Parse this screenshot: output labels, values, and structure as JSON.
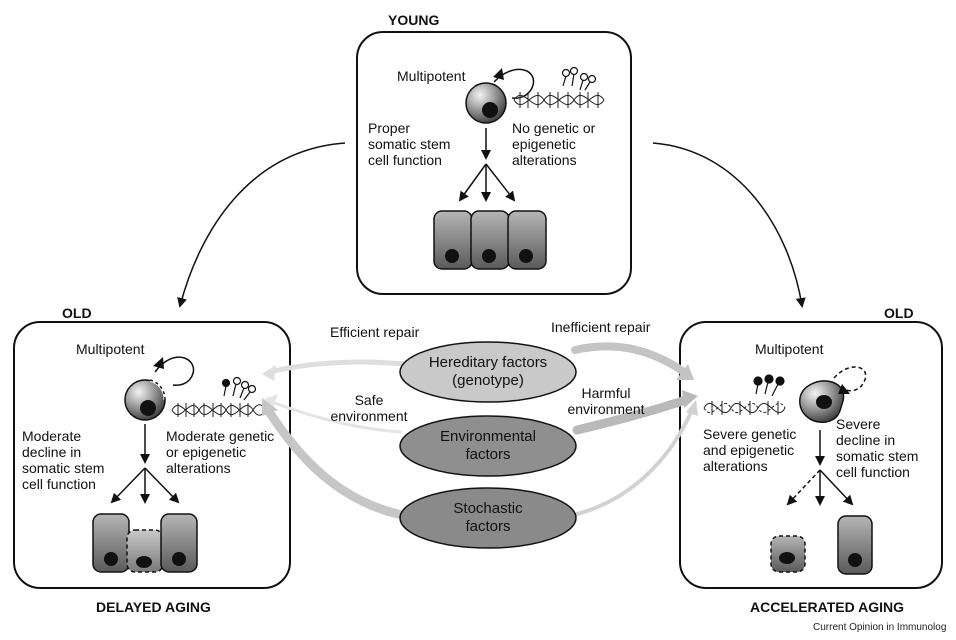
{
  "panels": {
    "young": {
      "header": "YOUNG",
      "multipotent": "Multipotent",
      "left_text": [
        "Proper",
        "somatic stem",
        "cell function"
      ],
      "right_text": [
        "No genetic or",
        "epigenetic",
        "alterations"
      ]
    },
    "old_left": {
      "header": "OLD",
      "multipotent": "Multipotent",
      "left_text": [
        "Moderate",
        "decline in",
        "somatic stem",
        "cell function"
      ],
      "right_text": [
        "Moderate genetic",
        "or epigenetic",
        "alterations"
      ],
      "footer": "DELAYED AGING"
    },
    "old_right": {
      "header": "OLD",
      "multipotent": "Multipotent",
      "left_text": [
        "Severe genetic",
        "and epigenetic",
        "alterations"
      ],
      "right_text": [
        "Severe",
        "decline in",
        "somatic stem",
        "cell function"
      ],
      "footer": "ACCELERATED AGING"
    }
  },
  "factors": [
    {
      "label": [
        "Hereditary factors",
        "(genotype)"
      ],
      "fill": "#c9c9c9"
    },
    {
      "label": [
        "Environmental",
        "factors"
      ],
      "fill": "#8f8f8f"
    },
    {
      "label": [
        "Stochastic",
        "factors"
      ],
      "fill": "#8a8a8a"
    }
  ],
  "arrow_labels": {
    "efficient_repair": "Efficient repair",
    "safe_environment": [
      "Safe",
      "environment"
    ],
    "inefficient_repair": "Inefficient repair",
    "harmful_environment": [
      "Harmful",
      "environment"
    ]
  },
  "credit": "Current Opinion in Immunolog",
  "colors": {
    "arrow_gray": "#c4c4c4",
    "arrow_light": "#dedede",
    "cell_dark": "#6e6e6e"
  }
}
